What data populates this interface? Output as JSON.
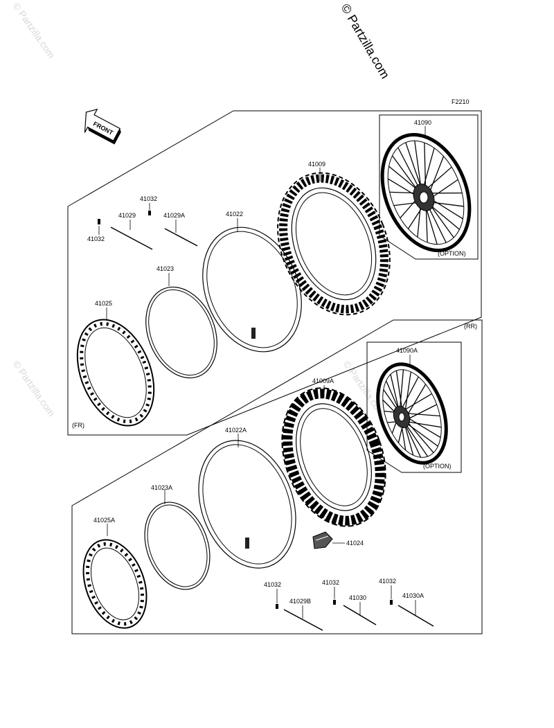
{
  "watermarks": {
    "main": "© Partzilla.com",
    "faint": "© Partzilla.com"
  },
  "figure_code": "F2210",
  "front_arrow": "FRONT",
  "front_section": {
    "tag": "(FR)",
    "option_label": "(OPTION)",
    "parts": {
      "wheel": "41090",
      "tire": "41009",
      "tube": "41022",
      "rim_band": "41023",
      "rim": "41025",
      "spoke_nipple_top": "41032",
      "spoke_nipple_left": "41032",
      "spoke": "41029",
      "spoke_a": "41029A"
    }
  },
  "rear_section": {
    "tag": "(RR)",
    "option_label": "(OPTION)",
    "parts": {
      "wheel": "41090A",
      "tire": "41009A",
      "tube": "41022A",
      "rim_band": "41023A",
      "rim": "41025A",
      "rim_lock": "41024",
      "nipple_1": "41032",
      "nipple_2": "41032",
      "nipple_3": "41032",
      "spoke_b": "41029B",
      "spoke_c": "41030",
      "spoke_c_a": "41030A"
    }
  }
}
